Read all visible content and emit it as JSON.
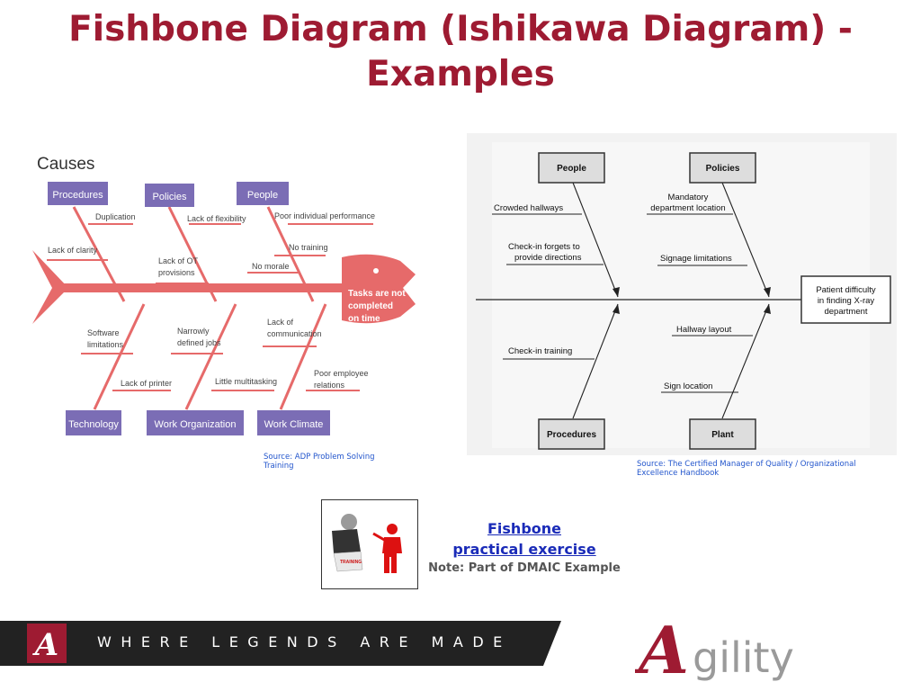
{
  "title": "Fishbone Diagram (Ishikawa Diagram) - Examples",
  "left_diagram": {
    "heading": "Causes",
    "effect": [
      "Tasks are not",
      "completed",
      "on time"
    ],
    "categories": {
      "top": [
        "Procedures",
        "Policies",
        "People"
      ],
      "bottom": [
        "Technology",
        "Work Organization",
        "Work Climate"
      ]
    },
    "causes": {
      "duplication": "Duplication",
      "lack_of_clarity": "Lack of clarity",
      "lack_of_flexibility": "Lack of flexibility",
      "lack_of_ot": [
        "Lack of OT",
        "provisions"
      ],
      "poor_performance": "Poor individual performance",
      "no_training": "No training",
      "no_morale": "No morale",
      "software": [
        "Software",
        "limitations"
      ],
      "lack_of_printer": "Lack of printer",
      "narrowly": [
        "Narrowly",
        "defined jobs"
      ],
      "little_multitasking": "Little multitasking",
      "lack_of_communication": [
        "Lack of",
        "communication"
      ],
      "poor_relations": [
        "Poor employee",
        "relations"
      ]
    },
    "source": "Source: ADP Problem Solving Training"
  },
  "right_diagram": {
    "categories": {
      "people": "People",
      "policies": "Policies",
      "procedures": "Procedures",
      "plant": "Plant"
    },
    "effect": [
      "Patient difficulty",
      "in finding X-ray",
      "department"
    ],
    "causes": {
      "crowded": "Crowded hallways",
      "checkin_forgets": [
        "Check-in forgets to",
        "provide directions"
      ],
      "mandatory": [
        "Mandatory",
        "department location"
      ],
      "signage": "Signage limitations",
      "checkin_training": "Check-in training",
      "hallway_layout": "Hallway layout",
      "sign_location": "Sign location"
    },
    "source": "Source: The Certified Manager of Quality / Organizational Excellence Handbook"
  },
  "exercise": {
    "icon_label": "TRAINING",
    "link_line1": "Fishbone",
    "link_line2": "practical exercise",
    "note": "Note: Part of DMAIC Example"
  },
  "footer": {
    "tagline": "WHERE LEGENDS ARE MADE",
    "logo_text": "gility",
    "colors": {
      "crimson": "#9e1b32",
      "dark": "#222222"
    }
  }
}
